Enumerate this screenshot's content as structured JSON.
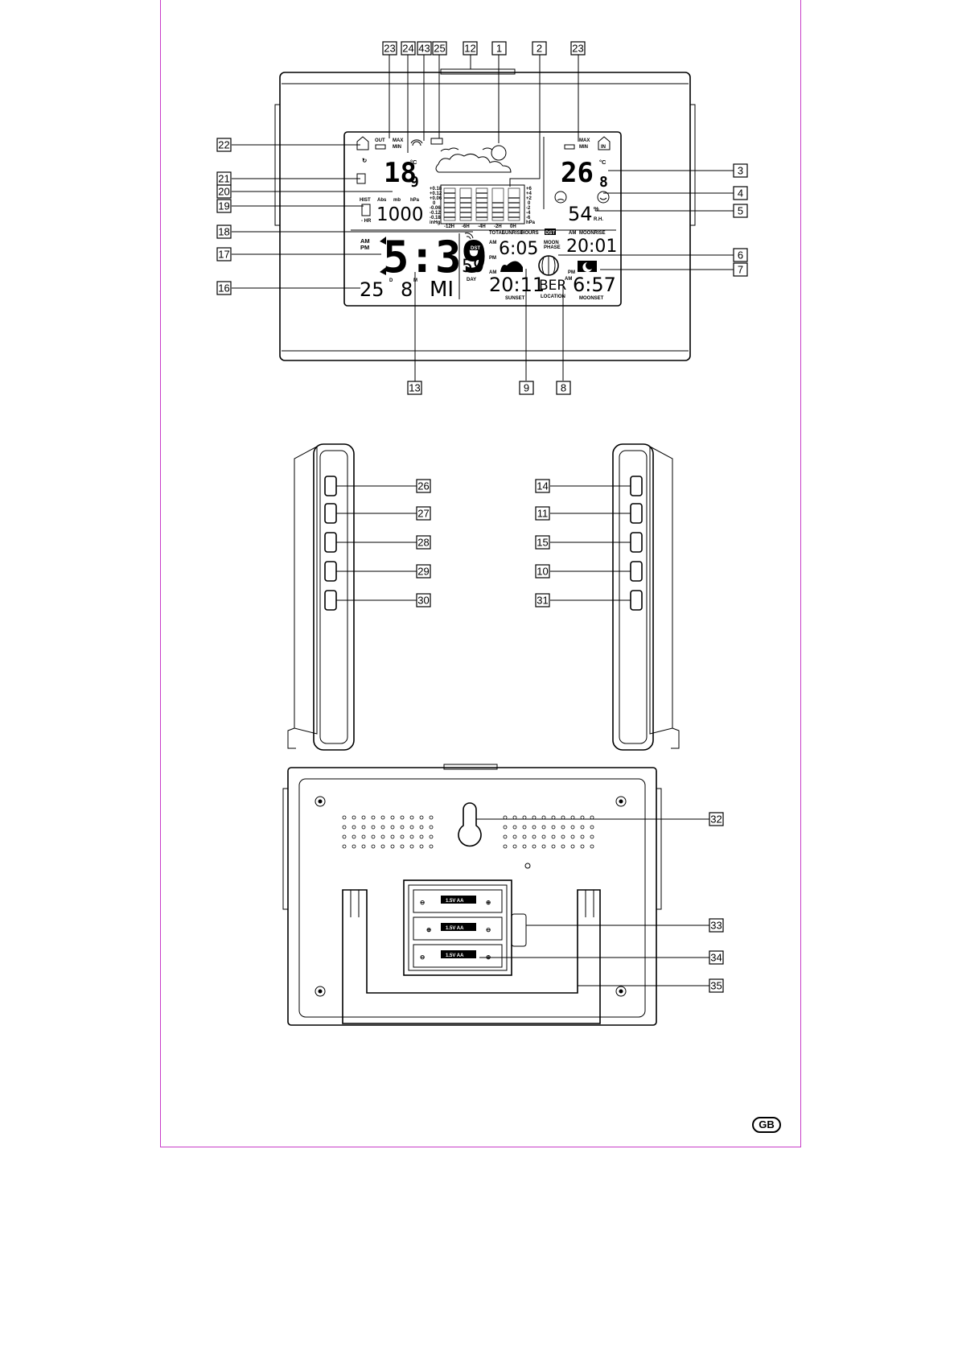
{
  "front": {
    "lcd": {
      "outdoor": {
        "label_out": "OUT",
        "label_max": "MAX",
        "label_min": "MIN",
        "temp_int": "18",
        "temp_dec": "9",
        "unit": "°C"
      },
      "indoor": {
        "label_max": "MAX",
        "label_min": "MIN",
        "label_in": "IN",
        "temp_int": "26",
        "temp_dec": "8",
        "unit": "°C",
        "humidity": "54",
        "humidity_unit": "%",
        "humidity_label": "R.H."
      },
      "pressure": {
        "label_abs": "Abs",
        "label_mb": "mb",
        "label_hpa": "hPa",
        "label_hist": "HIST",
        "label_hr": "- HR",
        "value": "1000",
        "graph_left_scale": [
          "+0.18",
          "+0.12",
          "+0.06",
          "0",
          "-0.06",
          "-0.12",
          "-0.18",
          "inHg"
        ],
        "graph_right_scale": [
          "+6",
          "+4",
          "+2",
          "0",
          "-2",
          "-4",
          "-6",
          "hPa"
        ],
        "graph_x_labels": [
          "-12H",
          "-6H",
          "-4H",
          "-2H",
          "0H"
        ]
      },
      "clock": {
        "am": "AM",
        "pm": "PM",
        "time": "5:39",
        "seconds": "59",
        "dst_badge": "DST",
        "date_day": "25",
        "date_month": "8",
        "d_label": "D",
        "m_label": "M",
        "weekday": "MI",
        "day_label": "DAY"
      },
      "sun_moon": {
        "total_label": "TOTAL",
        "sunrise_label": "SUNRISE",
        "hours_label": "HOURS",
        "am_label": "AM",
        "pm_label": "PM",
        "sunrise_time": "6:05",
        "dst_badge": "DST",
        "moon_phase_label_1": "MOON",
        "moon_phase_label_2": "PHASE",
        "moonrise_label": "MOONRISE",
        "moonrise_time": "20:01",
        "sunset_time": "20:11",
        "sunset_label": "SUNSET",
        "location": "BER",
        "location_label": "LOCATION",
        "moonset_time": "6:57",
        "moonset_label": "MOONSET"
      }
    },
    "callouts_top": [
      "23",
      "24",
      "43",
      "25",
      "12",
      "1",
      "2",
      "23"
    ],
    "callouts_left": [
      "22",
      "21",
      "20",
      "19",
      "18",
      "17",
      "16"
    ],
    "callouts_right": [
      "3",
      "4",
      "5",
      "6",
      "7"
    ],
    "callouts_bottom": [
      "13",
      "9",
      "8"
    ]
  },
  "sides": {
    "left_callouts": [
      "26",
      "27",
      "28",
      "29",
      "30"
    ],
    "right_callouts": [
      "14",
      "11",
      "15",
      "10",
      "31"
    ]
  },
  "back": {
    "battery_label": "1.5V AA",
    "battery_plus": "⊕",
    "battery_minus": "⊖",
    "callouts": [
      "32",
      "33",
      "34",
      "35"
    ]
  },
  "language_badge": "GB"
}
